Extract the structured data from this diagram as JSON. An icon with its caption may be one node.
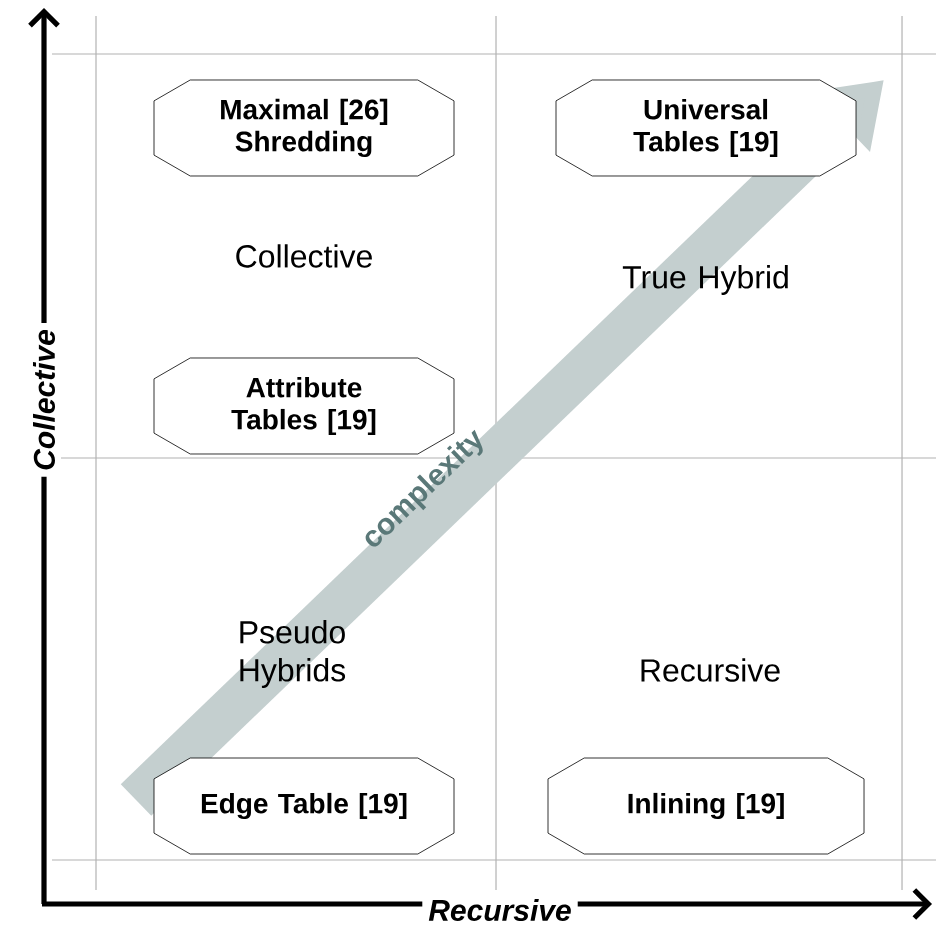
{
  "diagram": {
    "nodes": [
      {
        "text": [
          "Maximal [26] Shredding"
        ]
      },
      {
        "text": [
          "Universal Tables [19]"
        ]
      },
      {
        "text": [
          "Attribute Tables [19]"
        ]
      },
      {
        "text": [
          "Edge Table [19]"
        ]
      },
      {
        "text": [
          "Inlining [19]"
        ]
      }
    ],
    "labels": [
      "Collective",
      "True Hybrid",
      "complexity",
      "Pseudo Hybrids",
      "Recursive",
      "Collective",
      "Recursive"
    ]
  }
}
